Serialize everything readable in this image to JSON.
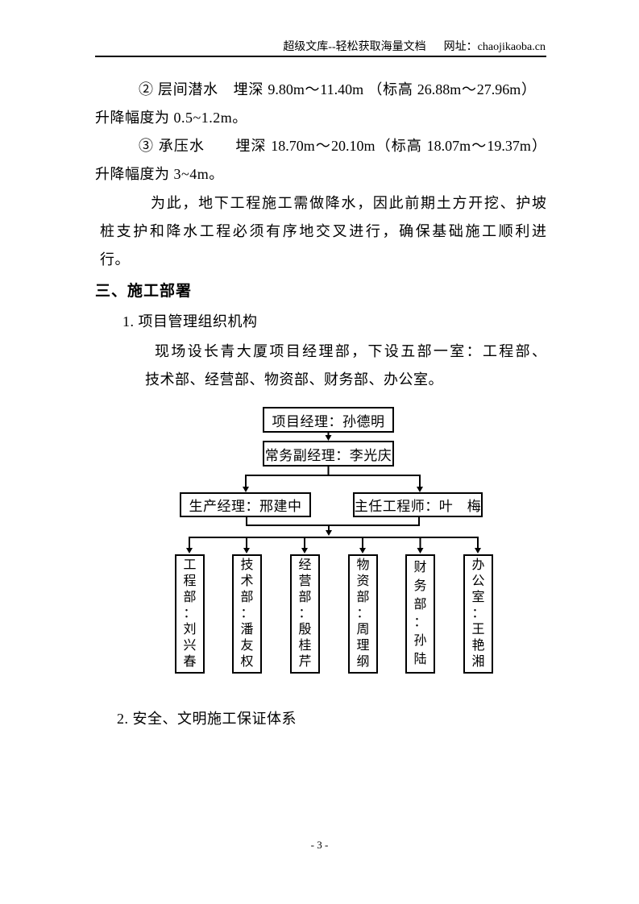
{
  "header": {
    "site_name": "超级文库--轻松获取海量文档",
    "site_url": "网址：chaojikaoba.cn"
  },
  "body": {
    "item2_line1": "② 层间潜水　埋深 9.80m～11.40m （标高 26.88m～27.96m）",
    "item2_line2": "升降幅度为 0.5~1.2m。",
    "item3_line1": "③ 承压水　　埋深 18.70m～20.10m（标高 18.07m～19.37m）",
    "item3_line2": "升降幅度为 3~4m。",
    "para1_line1": "为此，地下工程施工需做降水，因此前期土方开挖、护坡",
    "para1_line2": "桩支护和降水工程必须有序地交叉进行，确保基础施工顺利进",
    "para1_line3": "行。",
    "section3_heading": "三、施工部署",
    "sub1_heading": "1. 项目管理组织机构",
    "sub1_text_line1": "现场设长青大厦项目经理部，下设五部一室：工程部、",
    "sub1_text_line2": "技术部、经营部、物资部、财务部、办公室。",
    "sub2_heading": "2. 安全、文明施工保证体系"
  },
  "org_chart": {
    "project_manager": "项目经理：孙德明",
    "deputy_manager": "常务副经理：李光庆",
    "production_manager": "生产经理：邢建中",
    "chief_engineer": "主任工程师：叶　梅",
    "departments": [
      "工程部：刘兴春",
      "技术部：潘友权",
      "经营部：殷桂芹",
      "物资部：周理纲",
      "财务部：孙陆",
      "办公室：王艳湘"
    ]
  },
  "footer": {
    "page_number": "- 3 -"
  }
}
